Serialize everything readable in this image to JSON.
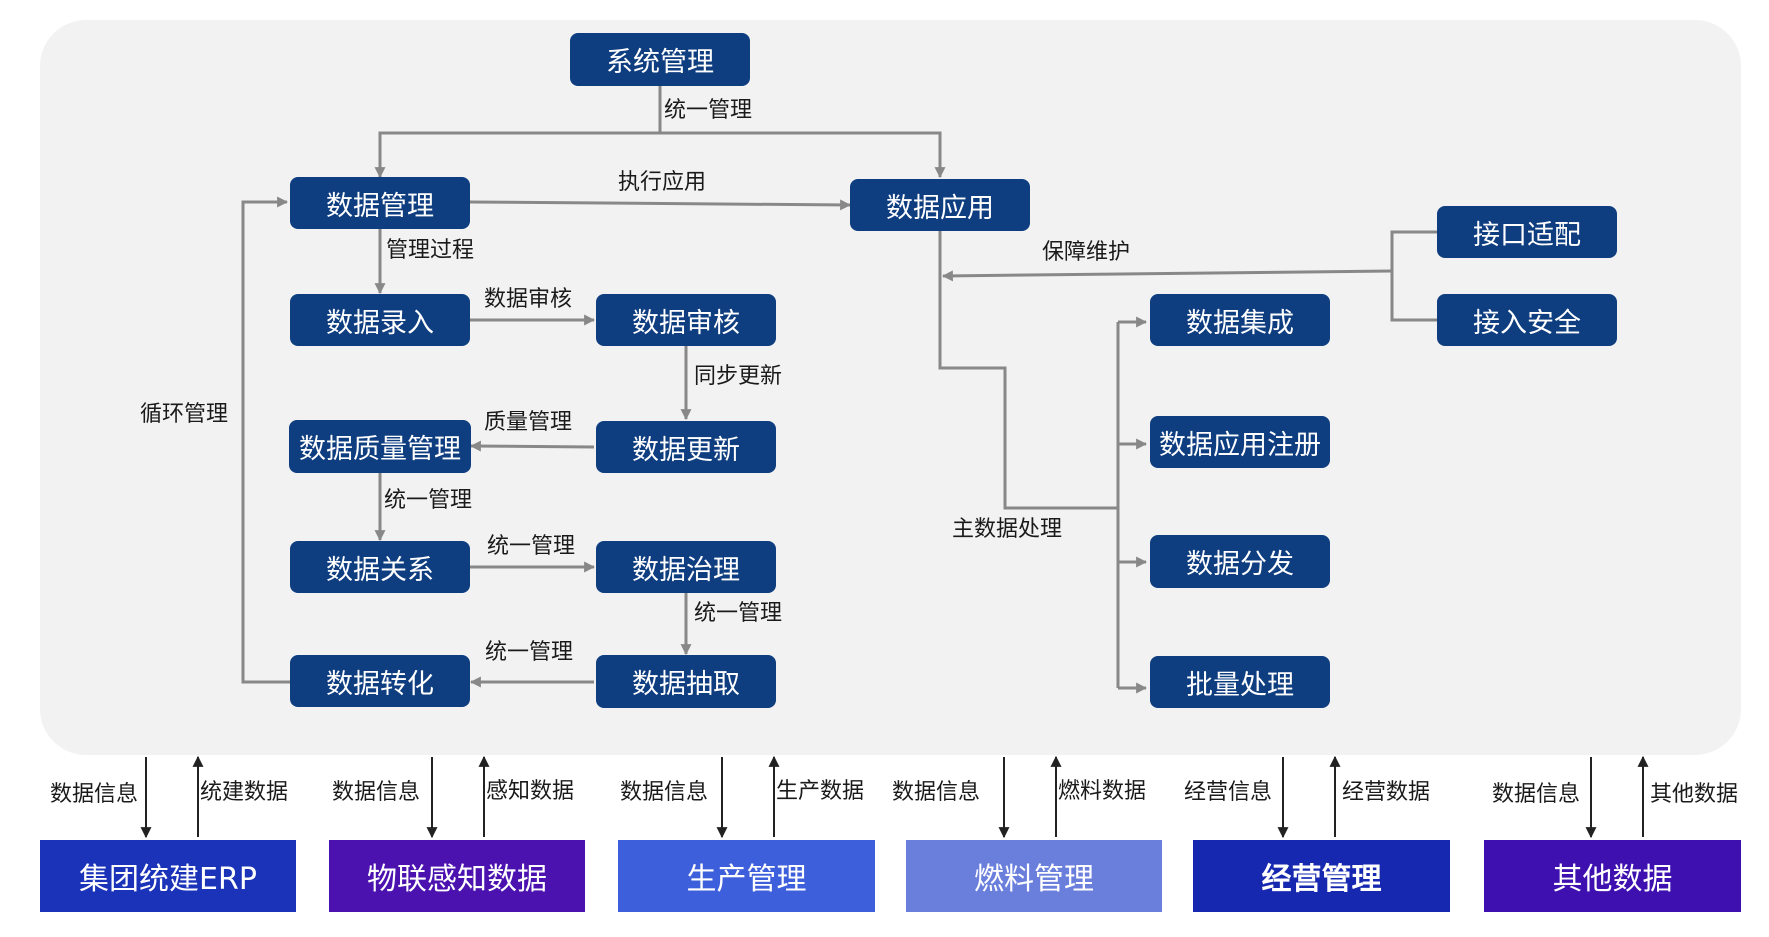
{
  "nodes": {
    "sys_mgmt": "系统管理",
    "data_mgmt": "数据管理",
    "data_app": "数据应用",
    "data_entry": "数据录入",
    "data_audit": "数据审核",
    "data_update": "数据更新",
    "data_quality": "数据质量管理",
    "data_relation": "数据关系",
    "data_governance": "数据治理",
    "data_convert": "数据转化",
    "data_extract": "数据抽取",
    "interface_adapt": "接口适配",
    "access_security": "接入安全",
    "data_integration": "数据集成",
    "data_app_register": "数据应用注册",
    "data_distribution": "数据分发",
    "batch_processing": "批量处理"
  },
  "edge_labels": {
    "unified_top": "统一管理",
    "execute_app": "执行应用",
    "mgmt_process": "管理过程",
    "data_audit": "数据审核",
    "sync_update": "同步更新",
    "quality_mgmt": "质量管理",
    "unified_quality": "统一管理",
    "unified_relation": "统一管理",
    "unified_governance": "统一管理",
    "unified_extract": "统一管理",
    "cycle_mgmt": "循环管理",
    "guarantee": "保障维护",
    "master_data": "主数据处理"
  },
  "sources": [
    {
      "name": "集团统建ERP",
      "down": "数据信息",
      "up": "统建数据",
      "color": "#1a33b8"
    },
    {
      "name": "物联感知数据",
      "down": "数据信息",
      "up": "感知数据",
      "color": "#4b12b0"
    },
    {
      "name": "生产管理",
      "down": "数据信息",
      "up": "生产数据",
      "color": "#3e5fdc"
    },
    {
      "name": "燃料管理",
      "down": "数据信息",
      "up": "燃料数据",
      "color": "#6a7fdc"
    },
    {
      "name": "经营管理",
      "down": "经营信息",
      "up": "经营数据",
      "color": "#1728b0"
    },
    {
      "name": "其他数据",
      "down": "数据信息",
      "up": "其他数据",
      "color": "#3f10b0"
    }
  ],
  "colors": {
    "node": "#0e3d80",
    "panel": "#f2f2f2",
    "connector": "#888888"
  }
}
